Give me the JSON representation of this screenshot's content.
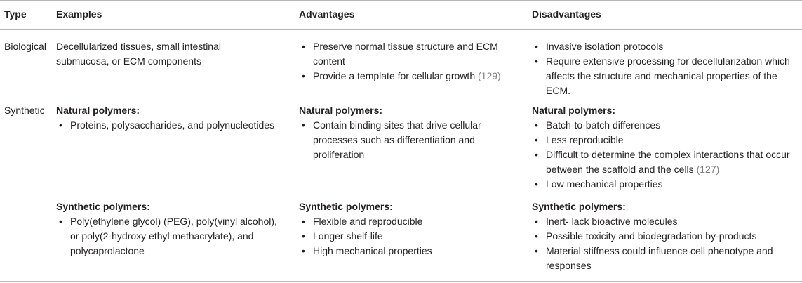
{
  "table": {
    "headers": {
      "type": "Type",
      "examples": "Examples",
      "advantages": "Advantages",
      "disadvantages": "Disadvantages"
    },
    "biological": {
      "type": "Biological",
      "examples": "Decellularized tissues, small intestinal submucosa, or ECM components",
      "advantages": [
        {
          "text": "Preserve normal tissue structure and ECM content",
          "ref": ""
        },
        {
          "text": "Provide a template for cellular growth ",
          "ref": "(129)",
          "tail": ""
        }
      ],
      "disadvantages": [
        {
          "text": "Invasive isolation protocols",
          "ref": ""
        },
        {
          "text": "Require extensive processing for decellularization which affects the structure and mechanical properties of the ECM.",
          "ref": ""
        }
      ]
    },
    "synthetic": {
      "type": "Synthetic",
      "natural": {
        "heading": "Natural polymers:",
        "examples": [
          "Proteins, polysaccharides, and polynucleotides"
        ],
        "advantages": [
          "Contain binding sites that drive cellular processes such as differentiation and proliferation"
        ],
        "disadvantages": [
          {
            "text": "Batch-to-batch differences",
            "ref": ""
          },
          {
            "text": "Less reproducible",
            "ref": ""
          },
          {
            "text": "Difficult to determine the complex interactions that occur between the scaffold and the cells ",
            "ref": "(127)"
          },
          {
            "text": "Low mechanical properties",
            "ref": ""
          }
        ]
      },
      "synthetic_polymers": {
        "heading": "Synthetic polymers:",
        "examples": [
          "Poly(ethylene glycol) (PEG), poly(vinyl alcohol), or poly(2-hydroxy ethyl methacrylate), and polycaprolactone"
        ],
        "advantages": [
          "Flexible and reproducible",
          "Longer shelf-life",
          "High mechanical properties"
        ],
        "disadvantages": [
          "Inert- lack bioactive molecules",
          "Possible toxicity and biodegradation by-products",
          "Material stiffness could influence cell phenotype and responses"
        ]
      }
    }
  }
}
